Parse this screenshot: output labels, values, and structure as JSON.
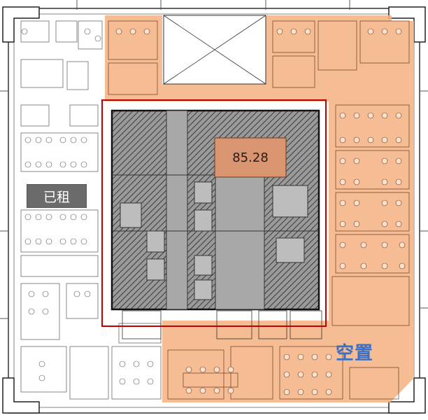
{
  "labels": {
    "rented": "已租",
    "area": "85.28",
    "vacant": "空置"
  },
  "colors": {
    "vacant_fill": "#f4b183",
    "area_fill": "#d99470",
    "core_fill": "#8c8c8c",
    "core_border": "#222222",
    "highlight_border": "#c00000",
    "rented_label_bg": "#6b6b6b",
    "vacant_text": "#3b6fc4",
    "wall": "#333333"
  }
}
